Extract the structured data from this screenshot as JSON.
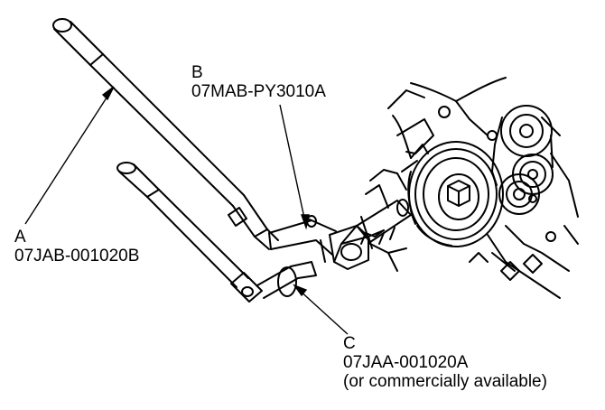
{
  "callouts": {
    "a": {
      "letter": "A",
      "part": "07JAB-001020B"
    },
    "b": {
      "letter": "B",
      "part": "07MAB-PY3010A"
    },
    "c": {
      "letter": "C",
      "part": "07JAA-001020A",
      "note": "(or commercially available)"
    }
  },
  "colors": {
    "ink": "#000000",
    "paper": "#ffffff"
  }
}
